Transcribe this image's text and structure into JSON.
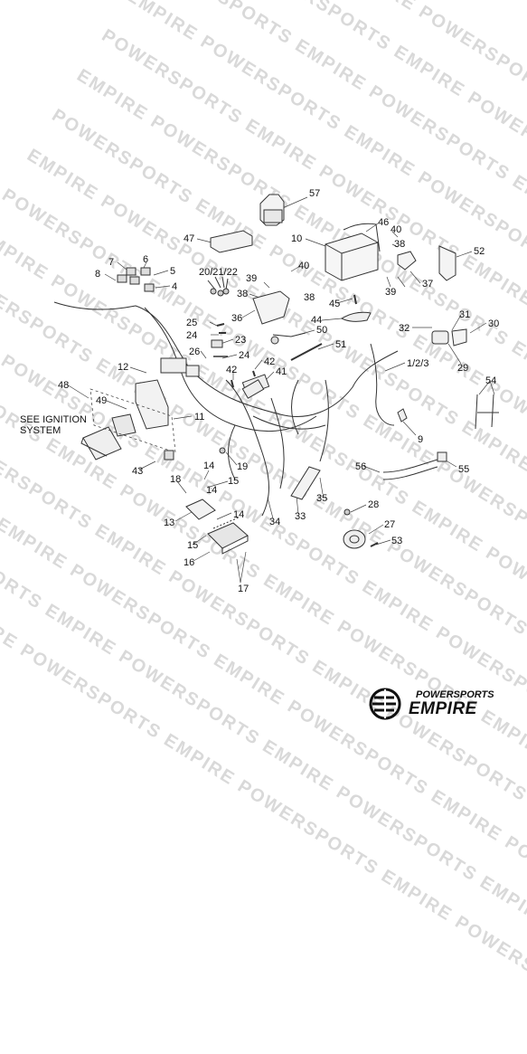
{
  "watermark": {
    "rows": [
      "POWERSPORTS EMPIRE POWERSPORTS EMPIRE POWERSPORTS EMPIRE POWERSPORTS",
      "EMPIRE POWERSPORTS EMPIRE POWERSPORTS EMPIRE POWERSPORTS EMPIRE",
      "POWERSPORTS EMPIRE POWERSPORTS EMPIRE POWERSPORTS EMPIRE POWERSPORTS",
      "EMPIRE POWERSPORTS EMPIRE POWERSPORTS EMPIRE POWERSPORTS EMPIRE",
      "POWERSPORTS EMPIRE POWERSPORTS EMPIRE POWERSPORTS EMPIRE POWERSPORTS",
      "EMPIRE POWERSPORTS EMPIRE POWERSPORTS EMPIRE POWERSPORTS EMPIRE",
      "POWERSPORTS EMPIRE POWERSPORTS EMPIRE POWERSPORTS EMPIRE POWERSPORTS",
      "EMPIRE POWERSPORTS EMPIRE POWERSPORTS EMPIRE POWERSPORTS EMPIRE",
      "POWERSPORTS EMPIRE POWERSPORTS EMPIRE POWERSPORTS EMPIRE POWERSPORTS",
      "EMPIRE POWERSPORTS EMPIRE POWERSPORTS EMPIRE POWERSPORTS EMPIRE",
      "POWERSPORTS EMPIRE POWERSPORTS EMPIRE POWERSPORTS EMPIRE POWERSPORTS",
      "EMPIRE POWERSPORTS EMPIRE POWERSPORTS EMPIRE POWERSPORTS EMPIRE",
      "POWERSPORTS EMPIRE POWERSPORTS EMPIRE POWERSPORTS EMPIRE POWERSPORTS",
      "EMPIRE POWERSPORTS EMPIRE POWERSPORTS EMPIRE POWERSPORTS EMPIRE",
      "POWERSPORTS EMPIRE POWERSPORTS EMPIRE POWERSPORTS EMPIRE POWERSPORTS",
      "EMPIRE POWERSPORTS EMPIRE POWERSPORTS EMPIRE POWERSPORTS EMPIRE",
      "POWERSPORTS EMPIRE POWERSPORTS EMPIRE POWERSPORTS EMPIRE POWERSPORTS"
    ]
  },
  "callouts": [
    "57",
    "46",
    "40",
    "47",
    "10",
    "38",
    "52",
    "7",
    "6",
    "5",
    "8",
    "4",
    "40",
    "20/21/22",
    "39",
    "38",
    "37",
    "38",
    "39",
    "45",
    "36",
    "44",
    "50",
    "25",
    "24",
    "23",
    "31",
    "30",
    "32",
    "51",
    "26",
    "24",
    "29",
    "42",
    "12",
    "42",
    "41",
    "1/2/3",
    "54",
    "48",
    "49",
    "SEE IGNITION",
    "SYSTEM",
    "11",
    "9",
    "43",
    "19",
    "14",
    "15",
    "56",
    "55",
    "18",
    "14",
    "13",
    "14",
    "34",
    "33",
    "35",
    "28",
    "27",
    "15",
    "53",
    "16",
    "17"
  ],
  "brand": {
    "tagline": "POWERSPORTS",
    "name": "EMPIRE",
    "logo_icon": "empire-emblem-icon"
  }
}
